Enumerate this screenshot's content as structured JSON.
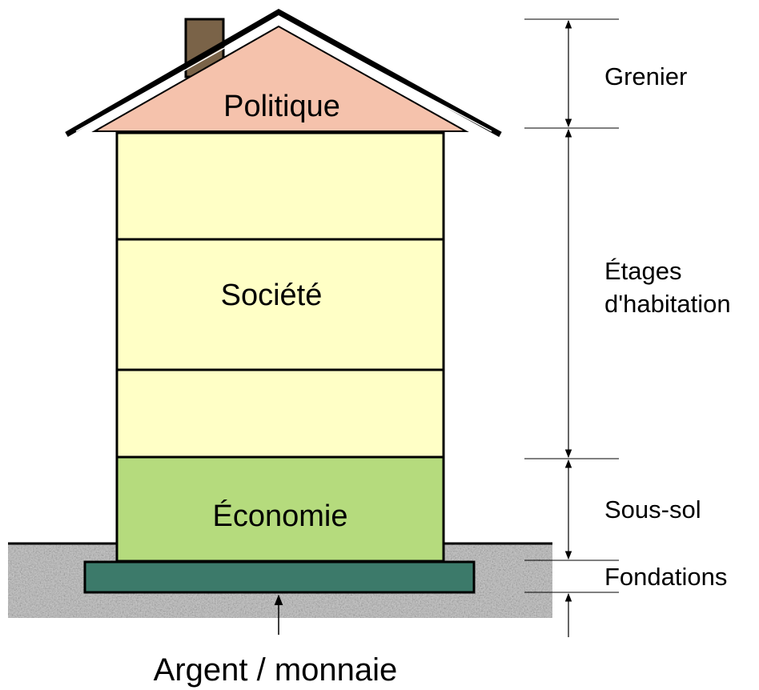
{
  "layers": {
    "roof": {
      "label": "Politique",
      "color": "#f5c2ac"
    },
    "floors": {
      "label": "Société",
      "color": "#ffffc6"
    },
    "basement": {
      "label": "Économie",
      "color": "#b5db7d"
    },
    "foundation": {
      "color": "#3c7a6a"
    },
    "chimney": {
      "color": "#7a6348"
    },
    "ground": {
      "color": "#c9c9c9"
    }
  },
  "levels": {
    "attic": "Grenier",
    "living_floors_line1": "Étages",
    "living_floors_line2": "d'habitation",
    "basement": "Sous-sol",
    "foundations": "Fondations"
  },
  "base_label": "Argent / monnaie"
}
